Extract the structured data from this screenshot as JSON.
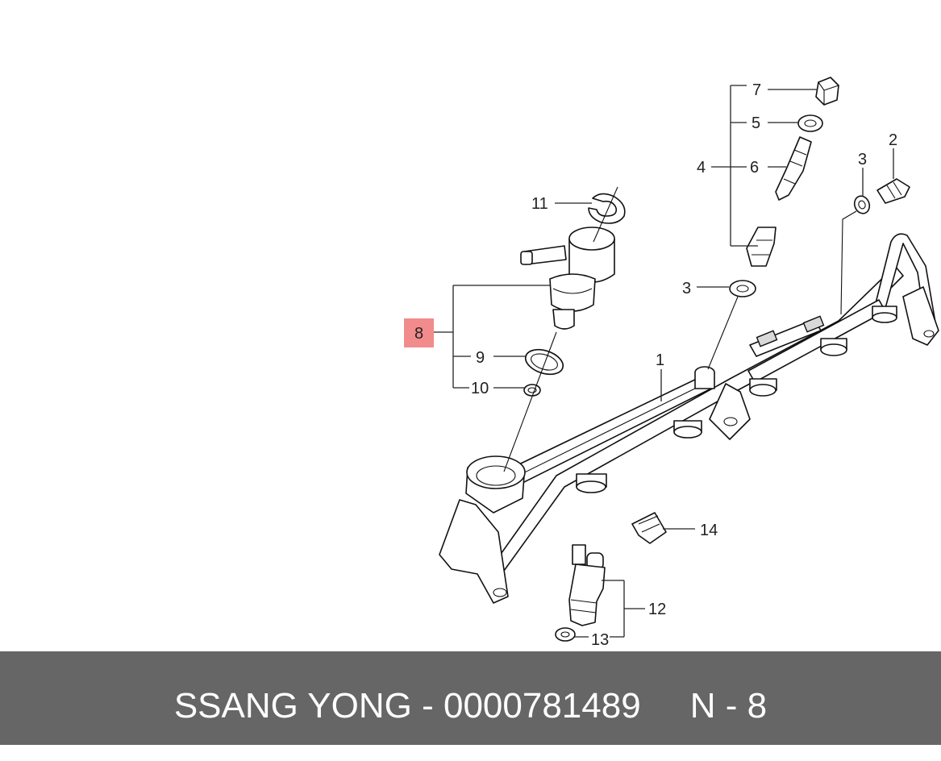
{
  "callouts": {
    "c1": "1",
    "c2": "2",
    "c3a": "3",
    "c3b": "3",
    "c4": "4",
    "c5": "5",
    "c6": "6",
    "c7": "7",
    "c8": "8",
    "c9": "9",
    "c10": "10",
    "c11": "11",
    "c12": "12",
    "c13": "13",
    "c14": "14"
  },
  "highlight": {
    "callout": "8",
    "color": "#f28b8b"
  },
  "footer": {
    "text": "SSANG YONG - 0000781489     N - 8",
    "background": "#666666",
    "text_color": "#ffffff"
  }
}
